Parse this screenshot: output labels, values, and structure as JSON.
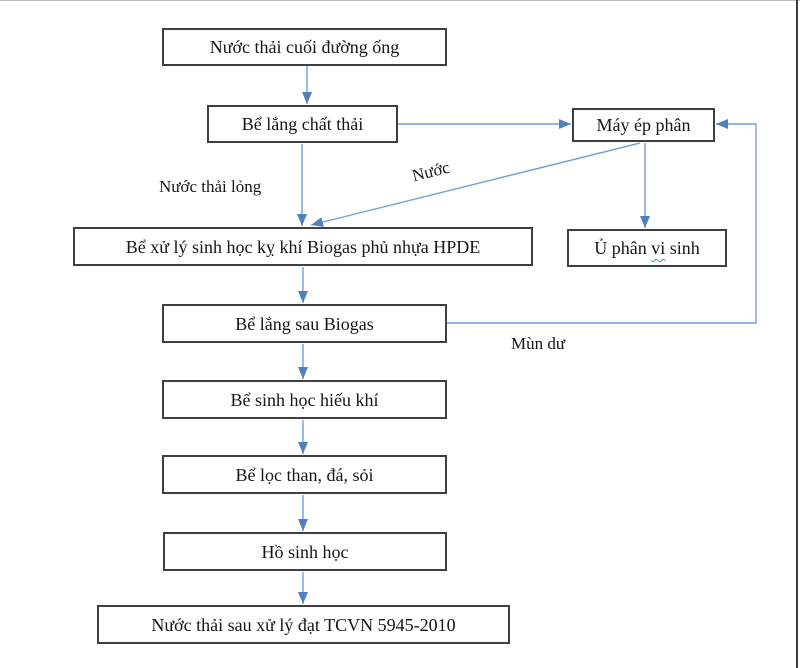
{
  "diagram": {
    "title_implicit": "Wastewater treatment process flowchart",
    "accent_line_color": "#6fa1d9",
    "accent_head_color": "#4f81bd",
    "spellcheck_color": "#2faa4a",
    "box_border_color": "#3f3f3f",
    "nodes": [
      {
        "id": "inlet",
        "label": "Nước thải cuối đường ống"
      },
      {
        "id": "settling",
        "label": "Bể lắng chất thải"
      },
      {
        "id": "press",
        "label": "Máy ép phân"
      },
      {
        "id": "biogas",
        "label": "Bể xử lý sinh học kỵ khí Biogas phủ nhựa HPDE"
      },
      {
        "id": "compost",
        "parts": [
          "Ủ phân ",
          "vi",
          " sinh"
        ]
      },
      {
        "id": "post_biogas",
        "label": "Bể lắng sau Biogas"
      },
      {
        "id": "aerobic",
        "label": "Bể sinh học hiếu khí"
      },
      {
        "id": "filter",
        "label": "Bể lọc than, đá, sỏi"
      },
      {
        "id": "pond",
        "label": "Hồ sinh học"
      },
      {
        "id": "outlet",
        "label": "Nước thải sau xử lý đạt TCVN 5945-2010"
      }
    ],
    "edge_labels": {
      "liquid_waste": "Nước thải lỏng",
      "water": "Nước",
      "residual_humus": "Mùn dư"
    },
    "edges": [
      {
        "from": "inlet",
        "to": "settling"
      },
      {
        "from": "settling",
        "to": "biogas",
        "label": "Nước thải lỏng"
      },
      {
        "from": "settling",
        "to": "press"
      },
      {
        "from": "press",
        "to": "compost"
      },
      {
        "from": "press",
        "to": "biogas",
        "label": "Nước"
      },
      {
        "from": "biogas",
        "to": "post_biogas"
      },
      {
        "from": "post_biogas",
        "to": "press",
        "label": "Mùn dư"
      },
      {
        "from": "post_biogas",
        "to": "aerobic"
      },
      {
        "from": "aerobic",
        "to": "filter"
      },
      {
        "from": "filter",
        "to": "pond"
      },
      {
        "from": "pond",
        "to": "outlet"
      }
    ]
  }
}
